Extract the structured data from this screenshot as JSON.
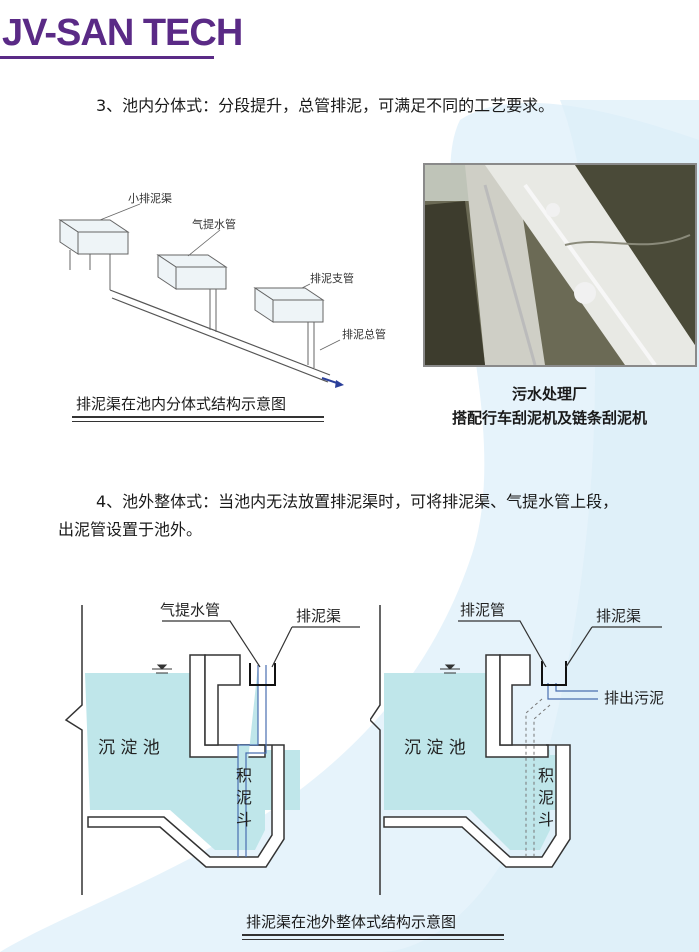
{
  "brand": {
    "logo_text": "JV-SAN TECH",
    "color": "#5a2a86"
  },
  "section3": {
    "text": "3、池内分体式：分段提升，总管排泥，可满足不同的工艺要求。"
  },
  "diagram1": {
    "label_small_channel": "小排泥渠",
    "label_airlift_pipe": "气提水管",
    "label_branch_pipe": "排泥支管",
    "label_main_pipe": "排泥总管",
    "caption": "排泥渠在池内分体式结构示意图"
  },
  "photo": {
    "caption_line1": "污水处理厂",
    "caption_line2": "搭配行车刮泥机及链条刮泥机"
  },
  "section4": {
    "line1": "4、池外整体式：当池内无法放置排泥渠时，可将排泥渠、气提水管上段，",
    "line2": "出泥管设置于池外。"
  },
  "diagram2": {
    "left": {
      "label_airlift_pipe": "气提水管",
      "label_channel": "排泥渠",
      "label_tank": "沉 淀 池",
      "label_hopper": [
        "积",
        "泥",
        "斗"
      ]
    },
    "right": {
      "label_pipe": "排泥管",
      "label_channel": "排泥渠",
      "label_outlet": "排出污泥",
      "label_tank": "沉 淀 池",
      "label_hopper": [
        "积",
        "泥",
        "斗"
      ]
    },
    "caption": "排泥渠在池外整体式结构示意图"
  },
  "colors": {
    "water": "#bfe6ea",
    "accent_blue": "#d6ecf7",
    "pipe": "#4a6fb0",
    "concrete": "#ffffff"
  }
}
